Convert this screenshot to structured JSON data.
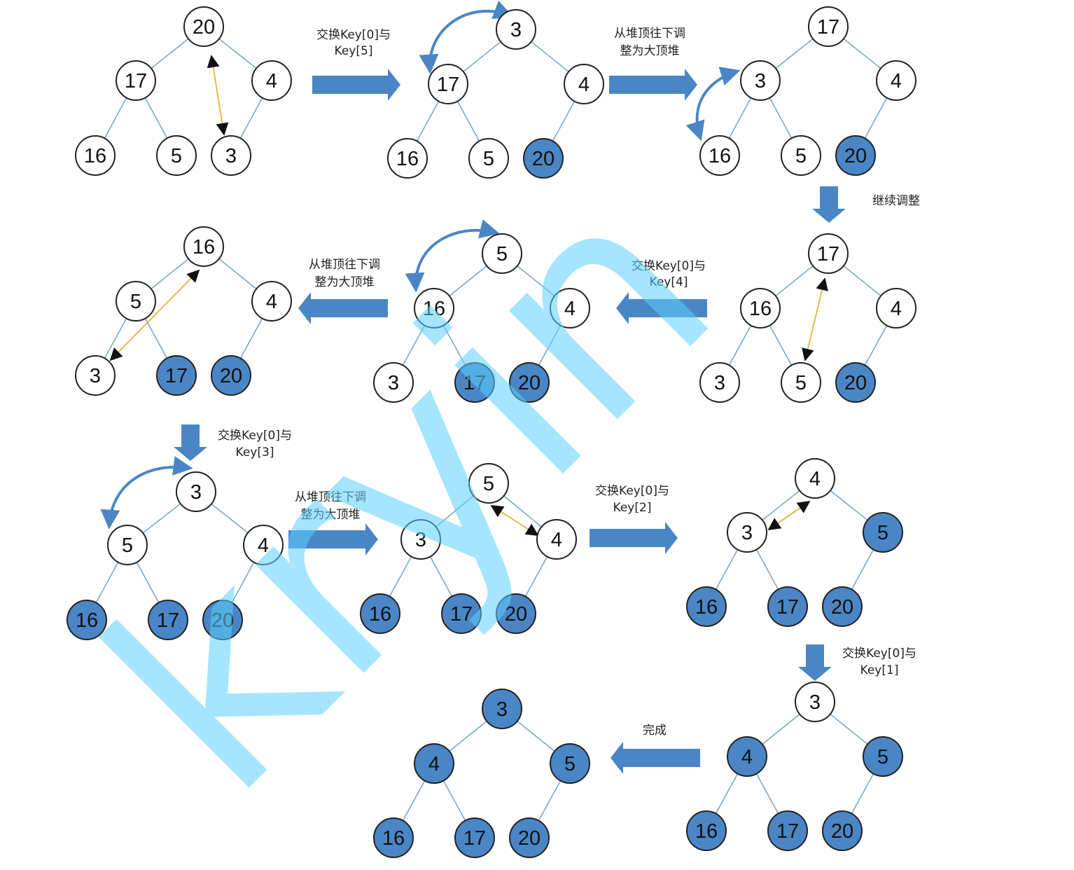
{
  "colors": {
    "sorted_fill": "#4a86c5",
    "unsorted_fill": "#ffffff",
    "edge": "#7aa9cc",
    "arrow": "#4a86c5",
    "watermark": "#5cd0ff"
  },
  "labels": {
    "swap_k5_l1": "交换Key[0]与",
    "swap_k5_l2": "Key[5]",
    "heapify_a_l1": "从堆顶往下调",
    "heapify_a_l2": "整为大顶堆",
    "continue": "继续调整",
    "swap_k4_l1": "交换Key[0]与",
    "swap_k4_l2": "Key[4]",
    "heapify_b_l1": "从堆顶往下调",
    "heapify_b_l2": "整为大顶堆",
    "swap_k3_l1": "交换Key[0]与",
    "swap_k3_l2": "Key[3]",
    "heapify_c_l1": "从堆顶往下调",
    "heapify_c_l2": "整为大顶堆",
    "swap_k2_l1": "交换Key[0]与",
    "swap_k2_l2": "Key[2]",
    "swap_k1_l1": "交换Key[0]与",
    "swap_k1_l2": "Key[1]",
    "done": "完成"
  },
  "watermark": "kryin",
  "trees": [
    {
      "name": "step-1",
      "values": [
        "20",
        "17",
        "4",
        "16",
        "5",
        "3"
      ],
      "sorted": [
        false,
        false,
        false,
        false,
        false,
        false
      ]
    },
    {
      "name": "step-2",
      "values": [
        "3",
        "17",
        "4",
        "16",
        "5",
        "20"
      ],
      "sorted": [
        false,
        false,
        false,
        false,
        false,
        true
      ]
    },
    {
      "name": "step-3",
      "values": [
        "17",
        "3",
        "4",
        "16",
        "5",
        "20"
      ],
      "sorted": [
        false,
        false,
        false,
        false,
        false,
        true
      ]
    },
    {
      "name": "step-4",
      "values": [
        "17",
        "16",
        "4",
        "3",
        "5",
        "20"
      ],
      "sorted": [
        false,
        false,
        false,
        false,
        false,
        true
      ]
    },
    {
      "name": "step-5",
      "values": [
        "5",
        "16",
        "4",
        "3",
        "17",
        "20"
      ],
      "sorted": [
        false,
        false,
        false,
        false,
        true,
        true
      ]
    },
    {
      "name": "step-6",
      "values": [
        "16",
        "5",
        "4",
        "3",
        "17",
        "20"
      ],
      "sorted": [
        false,
        false,
        false,
        false,
        true,
        true
      ]
    },
    {
      "name": "step-7",
      "values": [
        "3",
        "5",
        "4",
        "16",
        "17",
        "20"
      ],
      "sorted": [
        false,
        false,
        false,
        true,
        true,
        true
      ]
    },
    {
      "name": "step-8",
      "values": [
        "5",
        "3",
        "4",
        "16",
        "17",
        "20"
      ],
      "sorted": [
        false,
        false,
        false,
        true,
        true,
        true
      ]
    },
    {
      "name": "step-9",
      "values": [
        "4",
        "3",
        "5",
        "16",
        "17",
        "20"
      ],
      "sorted": [
        false,
        false,
        true,
        true,
        true,
        true
      ]
    },
    {
      "name": "step-10",
      "values": [
        "3",
        "4",
        "5",
        "16",
        "17",
        "20"
      ],
      "sorted": [
        false,
        true,
        true,
        true,
        true,
        true
      ]
    },
    {
      "name": "step-11",
      "values": [
        "3",
        "4",
        "5",
        "16",
        "17",
        "20"
      ],
      "sorted": [
        true,
        true,
        true,
        true,
        true,
        true
      ]
    }
  ]
}
